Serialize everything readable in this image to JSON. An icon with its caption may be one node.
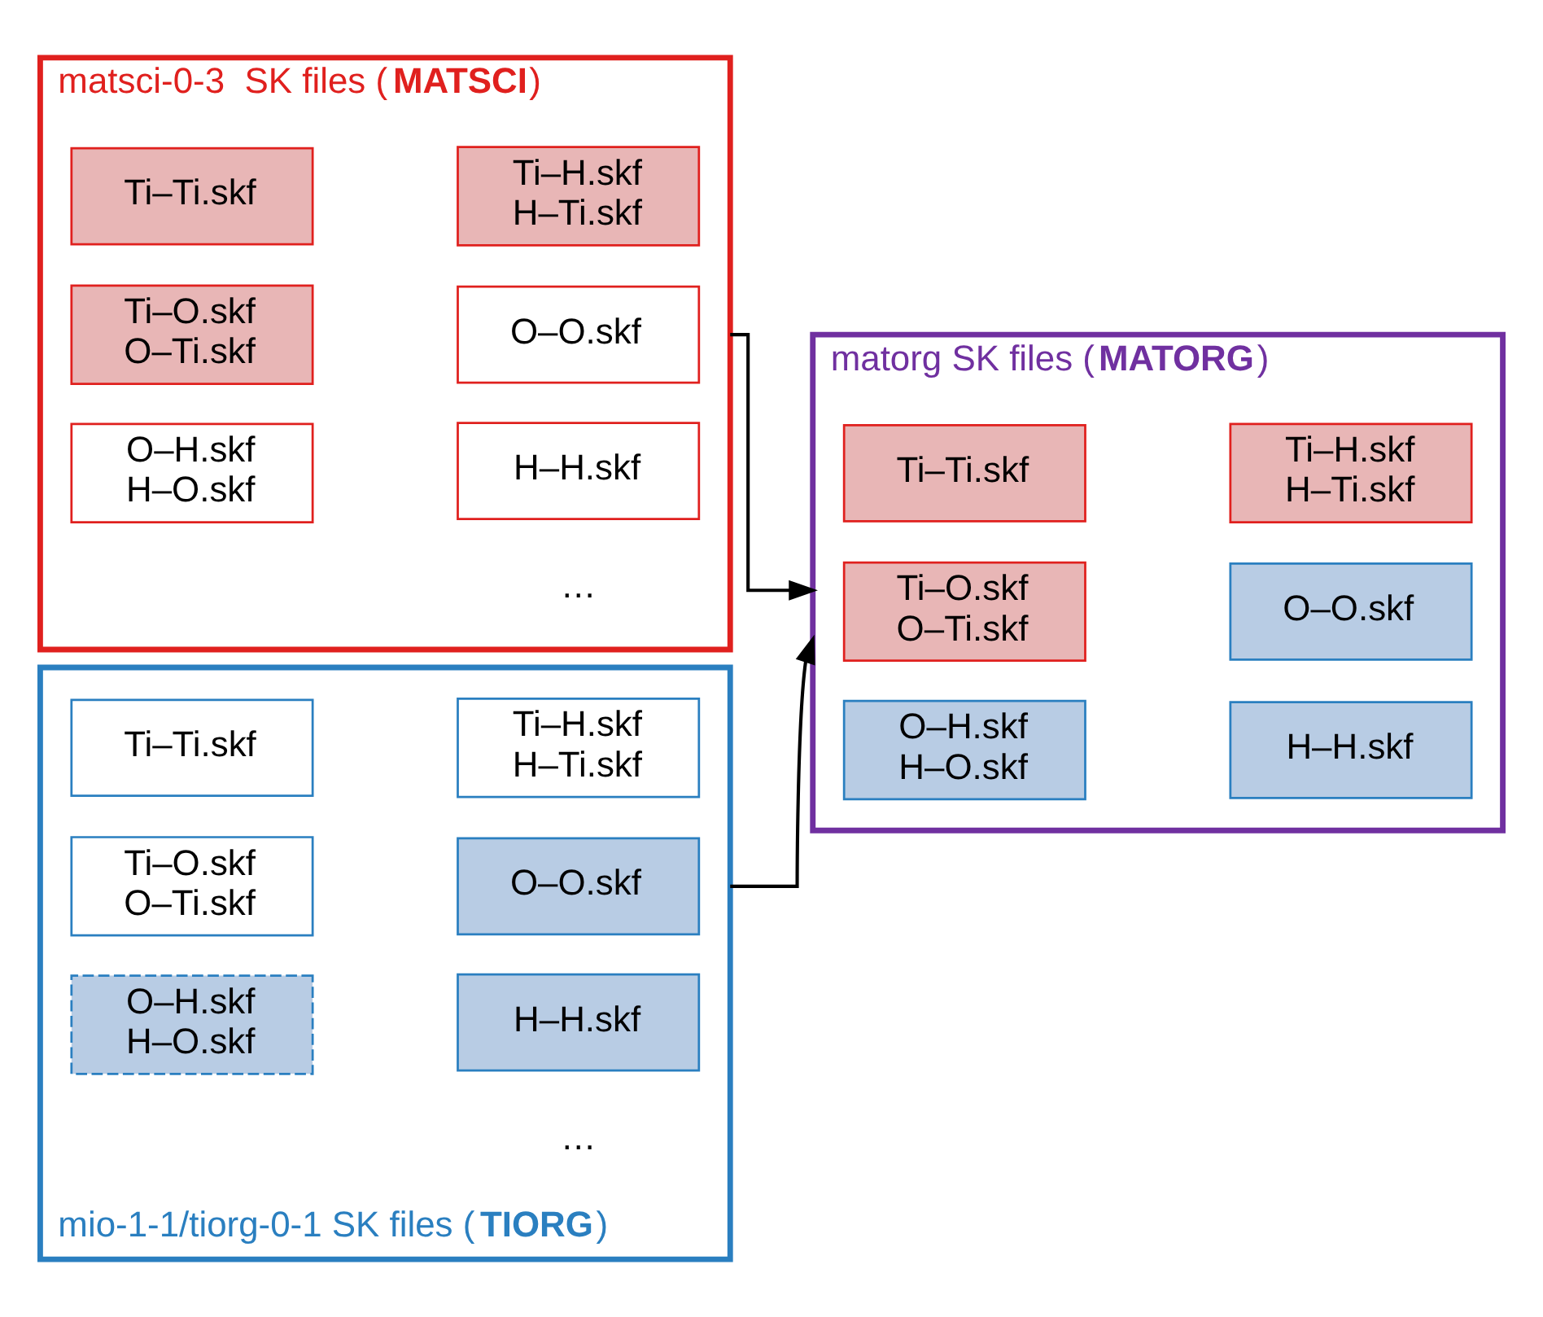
{
  "diagram": {
    "nodes": [
      {
        "text": [
          "matsci-0-3  SK files (**MATSCI**)"
        ]
      },
      {
        "text": [
          "Ti–Ti.skf"
        ],
        "in": 0
      },
      {
        "text": [
          "Ti–H.skf H–Ti.skf"
        ],
        "in": 0
      },
      {
        "text": [
          "Ti–O.skf O–Ti.skf"
        ],
        "in": 0
      },
      {
        "text": [
          "O–O.skf"
        ],
        "in": 0
      },
      {
        "text": [
          "O–H.skf H–O.skf"
        ],
        "in": 0
      },
      {
        "text": [
          "H–H.skf"
        ],
        "in": 0
      },
      {
        "text": [
          "matorg SK files (**MATORG**)"
        ]
      },
      {
        "text": [
          "Ti–Ti.skf"
        ],
        "in": 7
      },
      {
        "text": [
          "Ti–H.skf H–Ti.skf"
        ],
        "in": 7
      },
      {
        "text": [
          "Ti–O.skf O–Ti.skf"
        ],
        "in": 7
      },
      {
        "text": [
          "O–O.skf"
        ],
        "in": 7
      },
      {
        "text": [
          "O–H.skf H–O.skf"
        ],
        "in": 7
      },
      {
        "text": [
          "H–H.skf"
        ],
        "in": 7
      },
      {
        "text": [
          "mio-1-1/tiorg-0-1 SK files (**TIORG**)"
        ]
      },
      {
        "text": [
          "Ti–Ti.skf"
        ],
        "in": 14
      },
      {
        "text": [
          "Ti–H.skf H–Ti.skf"
        ],
        "in": 14
      },
      {
        "text": [
          "Ti–O.skf O–Ti.skf"
        ],
        "in": 14
      },
      {
        "text": [
          "O–O.skf"
        ],
        "in": 14
      },
      {
        "text": [
          "O–H.skf H–O.skf"
        ],
        "in": 14
      },
      {
        "text": [
          "H–H.skf"
        ],
        "in": 14
      }
    ],
    "edges": [
      {
        "from": 0,
        "to": 7,
        "arrow": "to"
      },
      {
        "from": 14,
        "to": 7,
        "arrow": "to"
      }
    ],
    "labels": [
      "…",
      "…"
    ]
  }
}
